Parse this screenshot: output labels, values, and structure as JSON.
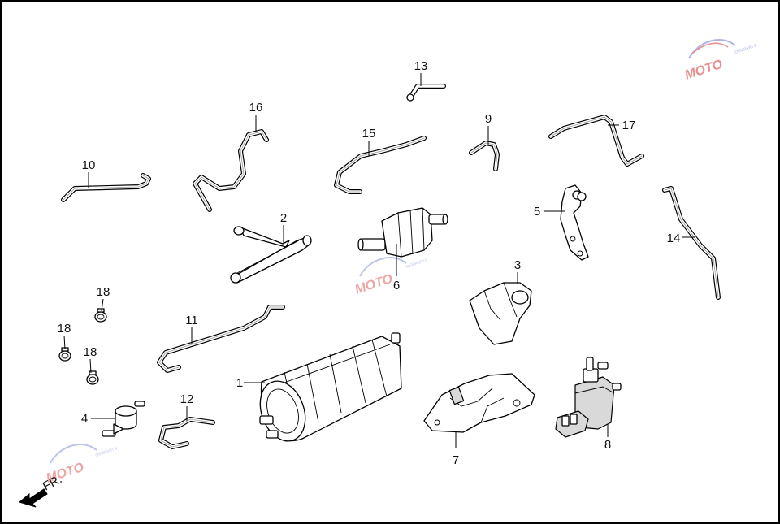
{
  "callouts": {
    "p1": "1",
    "p2": "2",
    "p3": "3",
    "p4": "4",
    "p5": "5",
    "p6": "6",
    "p7": "7",
    "p8": "8",
    "p9": "9",
    "p10": "10",
    "p11": "11",
    "p12": "12",
    "p13": "13",
    "p14": "14",
    "p15": "15",
    "p16": "16",
    "p17": "17",
    "p18a": "18",
    "p18b": "18",
    "p18c": "18"
  },
  "direction_label": "FR.",
  "watermark": {
    "brand": "MOTO",
    "brand_small": "OEMPARTS",
    "colors": {
      "red": "#e06a6a",
      "blue": "#8f9fd8"
    }
  },
  "colors": {
    "line": "#000000",
    "fill": "#ffffff",
    "shade": "#d9d9d9"
  }
}
